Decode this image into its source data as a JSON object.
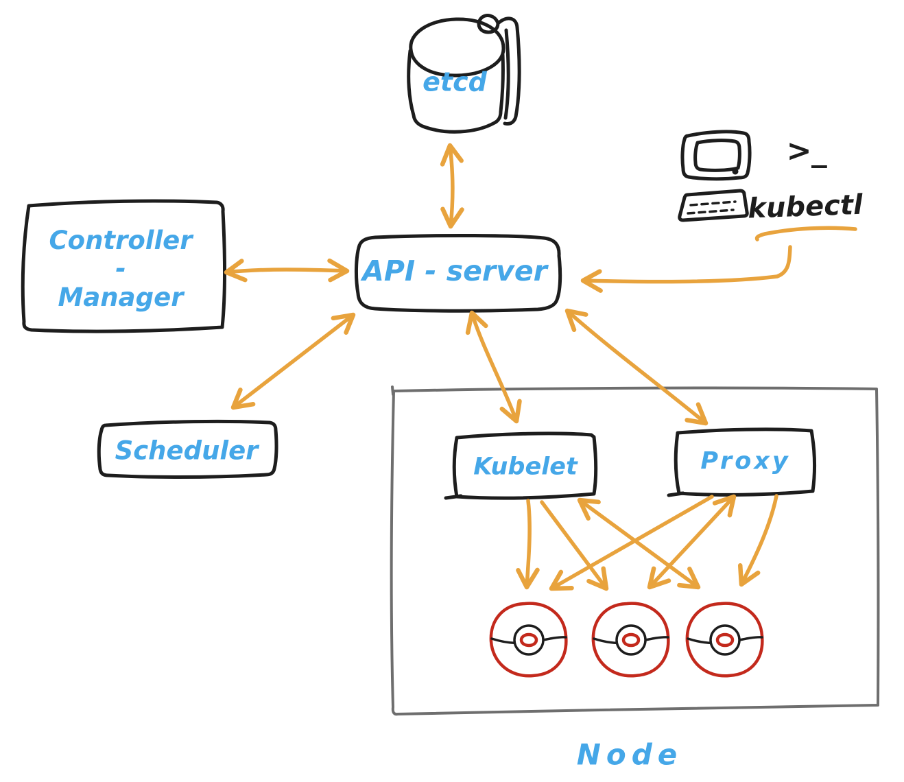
{
  "colors": {
    "background": "#ffffff",
    "ink": "#1d1d1d",
    "accent_blue": "#45a7e8",
    "arrow_orange": "#e8a33d",
    "pod_red": "#c3291c",
    "node_border_gray": "#6e6e6e"
  },
  "components": {
    "etcd": {
      "label": "etcd"
    },
    "controller_manager": {
      "line1": "Controller",
      "line2": "-",
      "line3": "Manager"
    },
    "api_server": {
      "label": "API - server"
    },
    "scheduler": {
      "label": "Scheduler"
    },
    "kubelet": {
      "label": "Kubelet"
    },
    "proxy": {
      "label": "Proxy"
    },
    "node": {
      "label": "Node"
    },
    "kubectl": {
      "label": "kubectl",
      "prompt": ">_"
    }
  },
  "pods": {
    "count": 3,
    "style": "pokeball"
  },
  "edges": [
    {
      "from": "etcd",
      "to": "api_server",
      "bidirectional": true
    },
    {
      "from": "controller_manager",
      "to": "api_server",
      "bidirectional": true
    },
    {
      "from": "scheduler",
      "to": "api_server",
      "bidirectional": true
    },
    {
      "from": "api_server",
      "to": "kubelet",
      "bidirectional": true
    },
    {
      "from": "api_server",
      "to": "proxy",
      "bidirectional": true
    },
    {
      "from": "kubectl",
      "to": "api_server",
      "bidirectional": false
    },
    {
      "from": "kubelet",
      "to": "pod_1",
      "bidirectional": false
    },
    {
      "from": "kubelet",
      "to": "pod_2",
      "bidirectional": false
    },
    {
      "from": "kubelet",
      "to": "pod_3",
      "bidirectional": true
    },
    {
      "from": "proxy",
      "to": "pod_1",
      "bidirectional": false
    },
    {
      "from": "proxy",
      "to": "pod_2",
      "bidirectional": true
    },
    {
      "from": "proxy",
      "to": "pod_3",
      "bidirectional": false
    }
  ]
}
